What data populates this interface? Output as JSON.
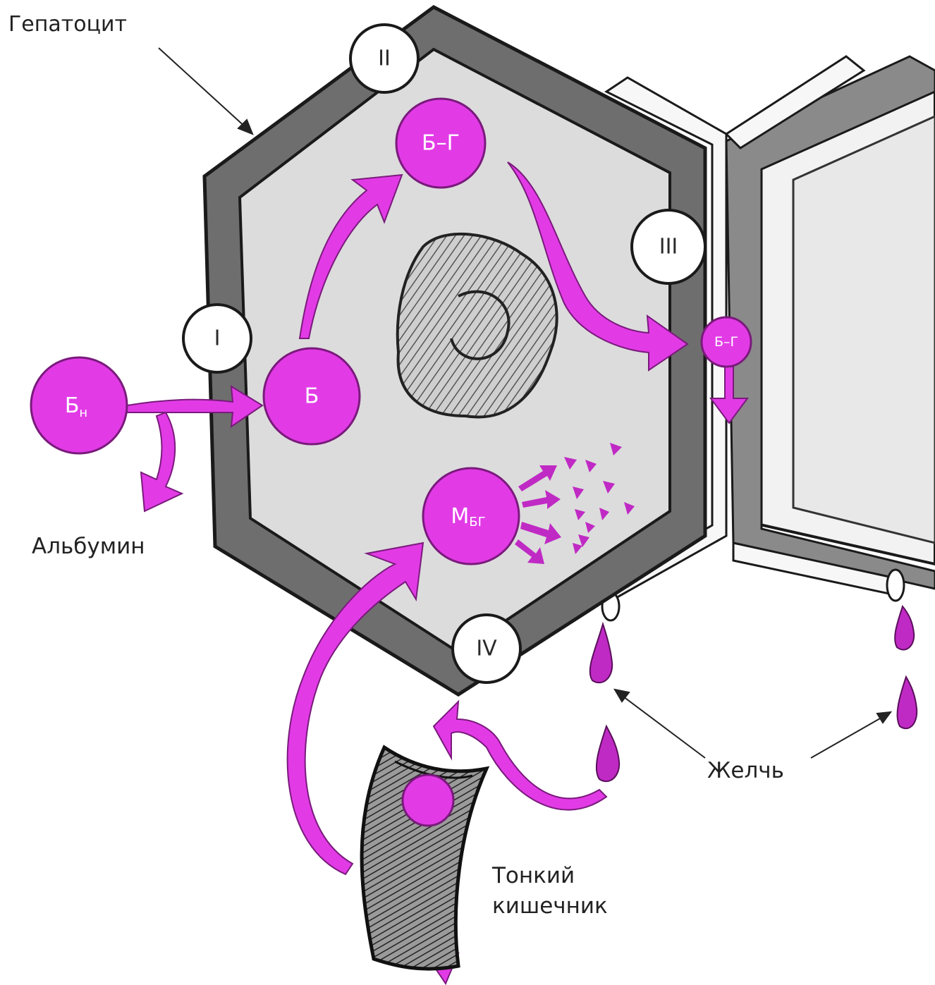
{
  "labels": {
    "hepatocyte": "Гепатоцит",
    "albumin": "Альбумин",
    "bile": "Желчь",
    "intestine_line1": "Тонкий",
    "intestine_line2": "кишечник"
  },
  "stages": [
    "I",
    "II",
    "III",
    "IV"
  ],
  "molecules": {
    "unconjugated_main": "Б",
    "unconjugated_sub": "н",
    "free": "Б",
    "conjugate": "Б–Г",
    "conjugate_small": "Б–Г",
    "metabolite_main": "М",
    "metabolite_sub": "БГ"
  },
  "colors": {
    "magenta": "#e23be6",
    "membrane": "#6e6e6e",
    "cytoplasm": "#dcdcdc",
    "outline": "#1a1a1a"
  }
}
